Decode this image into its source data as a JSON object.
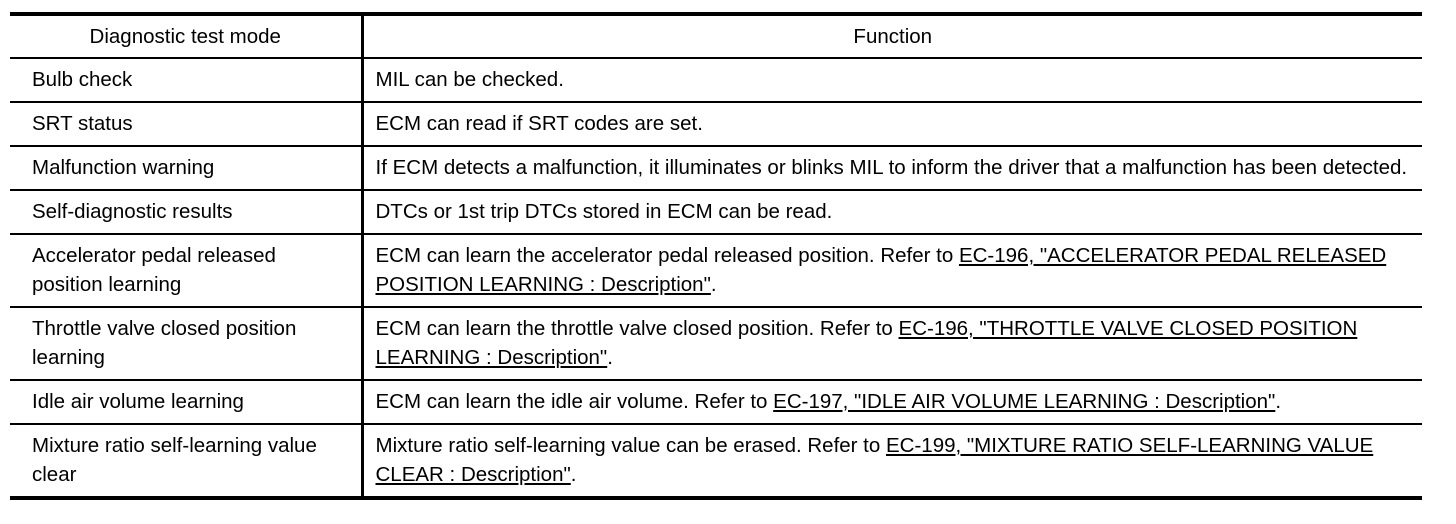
{
  "table": {
    "headers": {
      "mode": "Diagnostic test mode",
      "function": "Function"
    },
    "rows": [
      {
        "mode": "Bulb check",
        "function_prefix": "MIL can be checked.",
        "reference": "",
        "function_suffix": ""
      },
      {
        "mode": "SRT status",
        "function_prefix": "ECM can read if SRT codes are set.",
        "reference": "",
        "function_suffix": ""
      },
      {
        "mode": "Malfunction warning",
        "function_prefix": "If ECM detects a malfunction, it illuminates or blinks MIL to inform the driver that a malfunction has been detected.",
        "reference": "",
        "function_suffix": ""
      },
      {
        "mode": "Self-diagnostic results",
        "function_prefix": "DTCs or 1st trip DTCs stored in ECM can be read.",
        "reference": "",
        "function_suffix": ""
      },
      {
        "mode": "Accelerator pedal released position learning",
        "function_prefix": "ECM can learn the accelerator pedal released position. Refer to ",
        "reference": "EC-196, \"ACCELERATOR PEDAL RELEASED POSITION LEARNING : Description\"",
        "function_suffix": "."
      },
      {
        "mode": "Throttle valve closed position learning",
        "function_prefix": "ECM can learn the throttle valve closed position. Refer to ",
        "reference": "EC-196, \"THROTTLE VALVE CLOSED POSITION LEARNING : Description\"",
        "function_suffix": "."
      },
      {
        "mode": "Idle air volume learning",
        "function_prefix": "ECM can learn the idle air volume. Refer to ",
        "reference": "EC-197, \"IDLE AIR VOLUME LEARNING : Description\"",
        "function_suffix": "."
      },
      {
        "mode": "Mixture ratio self-learning value clear",
        "function_prefix": "Mixture ratio self-learning value can be erased. Refer to ",
        "reference": "EC-199, \"MIXTURE RATIO SELF-LEARNING VALUE CLEAR : Description\"",
        "function_suffix": "."
      }
    ]
  },
  "colors": {
    "text": "#000000",
    "rule": "#000000",
    "background": "#ffffff"
  }
}
